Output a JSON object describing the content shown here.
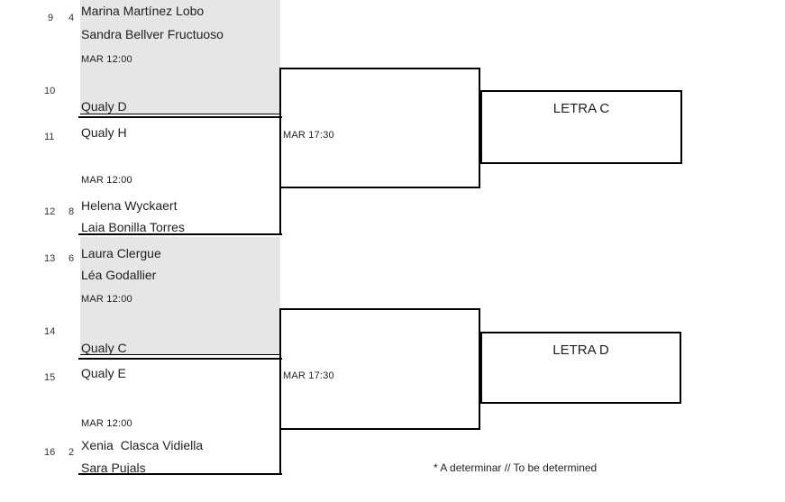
{
  "bracket": {
    "matches": [
      {
        "pos_top": "9",
        "seed_top": "4",
        "top_line1": "Marina Martínez Lobo",
        "top_line2": "Sandra Bellver Fructuoso",
        "time": "MAR 12:00",
        "pos_bottom": "10",
        "bottom_line1": "Qualy D",
        "shaded": true
      },
      {
        "pos_top": "11",
        "top_line1": "Qualy H",
        "time": "MAR 12:00",
        "pos_bottom": "12",
        "seed_bottom": "8",
        "bottom_line1": "Helena Wyckaert",
        "bottom_line2": "Laia Bonilla Torres",
        "shaded": false
      },
      {
        "pos_top": "13",
        "seed_top": "6",
        "top_line1": "Laura Clergue",
        "top_line2": "Léa Godallier",
        "time": "MAR 12:00",
        "pos_bottom": "14",
        "bottom_line1": "Qualy C",
        "shaded": true
      },
      {
        "pos_top": "15",
        "top_line1": "Qualy E",
        "time": "MAR 12:00",
        "pos_bottom": "16",
        "seed_bottom": "2",
        "bottom_line1": "Xenia  Clasca Vidiella",
        "bottom_line2": "Sara Pujals",
        "shaded": false
      }
    ],
    "semifinals": [
      {
        "time": "MAR 17:30"
      },
      {
        "time": "MAR 17:30"
      }
    ],
    "finals": [
      {
        "label": "LETRA C"
      },
      {
        "label": "LETRA D"
      }
    ],
    "footnote": "* A determinar // To be determined"
  },
  "colors": {
    "shaded_block": "#e7e6e6",
    "line": "#000000",
    "text": "#1f1f1f",
    "background": "#ffffff"
  }
}
